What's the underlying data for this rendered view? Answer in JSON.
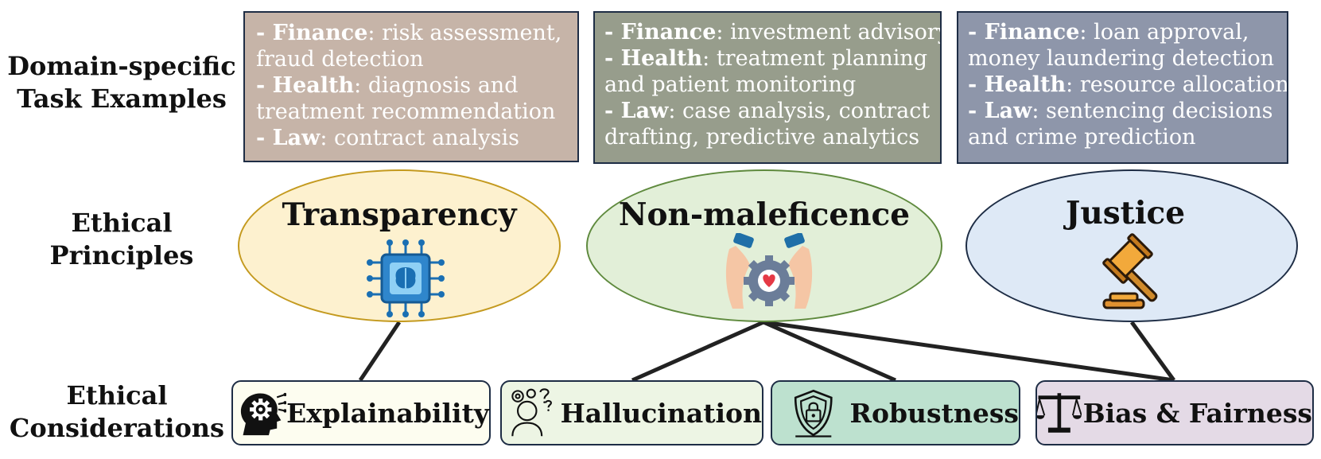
{
  "row_labels": {
    "tasks": [
      "Domain-specific",
      "Task Examples"
    ],
    "principles": [
      "Ethical",
      "Principles"
    ],
    "considerations": [
      "Ethical",
      "Considerations"
    ]
  },
  "task_boxes": [
    {
      "color": "#c6b4a8",
      "lines": [
        {
          "bold": "- Finance",
          "text": ": risk assessment,"
        },
        {
          "bold": "",
          "text": "fraud detection"
        },
        {
          "bold": "- Health",
          "text": ": diagnosis and"
        },
        {
          "bold": "",
          "text": "treatment recommendation"
        },
        {
          "bold": "- Law",
          "text": ": contract analysis"
        }
      ]
    },
    {
      "color": "#979d8c",
      "lines": [
        {
          "bold": "- Finance",
          "text": ": investment advisory"
        },
        {
          "bold": "- Health",
          "text": ": treatment planning"
        },
        {
          "bold": "",
          "text": "and patient monitoring"
        },
        {
          "bold": "- Law",
          "text": ": case analysis, contract"
        },
        {
          "bold": "",
          "text": "drafting, predictive analytics"
        }
      ]
    },
    {
      "color": "#8e96aa",
      "lines": [
        {
          "bold": "- Finance",
          "text": ": loan approval,"
        },
        {
          "bold": "",
          "text": "money laundering detection"
        },
        {
          "bold": "- Health",
          "text": ": resource allocation"
        },
        {
          "bold": "- Law",
          "text": ": sentencing decisions"
        },
        {
          "bold": "",
          "text": "and crime prediction"
        }
      ]
    }
  ],
  "principles": [
    {
      "title": "Transparency",
      "icon": "ai-chip-brain-icon",
      "fill": "#fdf1cf",
      "border": "#c49a1f"
    },
    {
      "title": "Non-maleficence",
      "icon": "caring-hands-gear-heart-icon",
      "fill": "#e2efd8",
      "border": "#5f8a3e"
    },
    {
      "title": "Justice",
      "icon": "gavel-icon",
      "fill": "#dee9f6",
      "border": "#1e2d45"
    }
  ],
  "considerations": [
    {
      "label": "Explainability",
      "icon": "head-gear-icon",
      "fill": "#fdfdf0"
    },
    {
      "label": "Hallucination",
      "icon": "confused-person-icon",
      "fill": "#edf5e4"
    },
    {
      "label": "Robustness",
      "icon": "shield-lock-icon",
      "fill": "#bde1cf"
    },
    {
      "label": "Bias & Fairness",
      "icon": "balance-scale-icon",
      "fill": "#e4dae6"
    }
  ]
}
